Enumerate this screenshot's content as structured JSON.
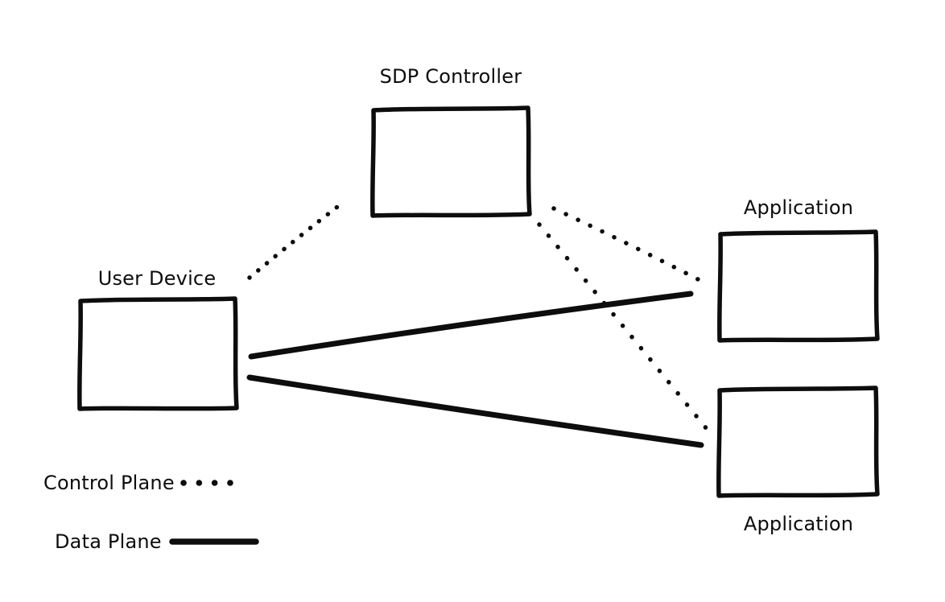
{
  "colors": {
    "ink": "#0d0d0d",
    "background": "#ffffff"
  },
  "diagram": {
    "type": "network-architecture",
    "nodes": [
      {
        "id": "sdp-controller",
        "label": "SDP Controller",
        "label_position": "above"
      },
      {
        "id": "user-device",
        "label": "User Device",
        "label_position": "above"
      },
      {
        "id": "application-top",
        "label": "Application",
        "label_position": "above"
      },
      {
        "id": "application-bottom",
        "label": "Application",
        "label_position": "below"
      }
    ],
    "edges": [
      {
        "from": "user-device",
        "to": "sdp-controller",
        "plane": "control",
        "style": "dotted"
      },
      {
        "from": "sdp-controller",
        "to": "application-top",
        "plane": "control",
        "style": "dotted"
      },
      {
        "from": "sdp-controller",
        "to": "application-bottom",
        "plane": "control",
        "style": "dotted"
      },
      {
        "from": "user-device",
        "to": "application-top",
        "plane": "data",
        "style": "solid"
      },
      {
        "from": "user-device",
        "to": "application-bottom",
        "plane": "data",
        "style": "solid"
      }
    ],
    "legend": [
      {
        "label": "Control Plane",
        "swatch": "dotted-line"
      },
      {
        "label": "Data Plane",
        "swatch": "solid-line"
      }
    ]
  }
}
